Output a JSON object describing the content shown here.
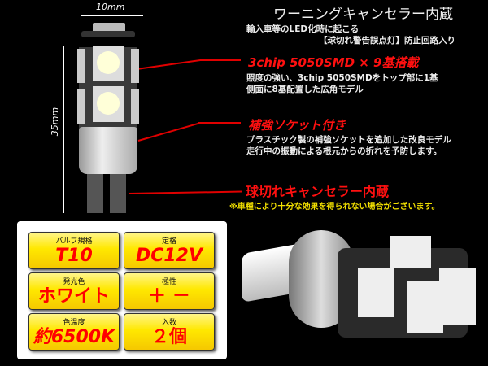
{
  "header": {
    "title": "ワーニングキャンセラー内蔵",
    "line1": "輸入車等のLED化時に起こる",
    "line2": "【球切れ警告誤点灯】防止回路入り"
  },
  "features": [
    {
      "title": "3chip 5050SMD × 9基搭載",
      "desc1": "照度の強い、3chip 5050SMDをトップ部に1基",
      "desc2": "側面に8基配置した広角モデル"
    },
    {
      "title": "補強ソケット付き",
      "desc1": "プラスチック製の補強ソケットを追加した改良モデル",
      "desc2": "走行中の振動による根元からの折れを予防します。"
    },
    {
      "title": "球切れキャンセラー内蔵",
      "desc1": "※車種により十分な効果を得られない場合がございます。"
    }
  ],
  "dimensions": {
    "width": "10mm",
    "height": "35mm"
  },
  "specs": [
    {
      "label": "バルブ規格",
      "value": "T10"
    },
    {
      "label": "定格",
      "value": "DC12V"
    },
    {
      "label": "発光色",
      "value": "ホワイト"
    },
    {
      "label": "極性",
      "value": "＋ －"
    },
    {
      "label": "色温度",
      "value": "約6500K"
    },
    {
      "label": "入数",
      "value": "２個"
    }
  ],
  "colors": {
    "accent_red": "#ff1010",
    "warning_yellow": "#f2e000",
    "spec_box": "#ffe800"
  }
}
